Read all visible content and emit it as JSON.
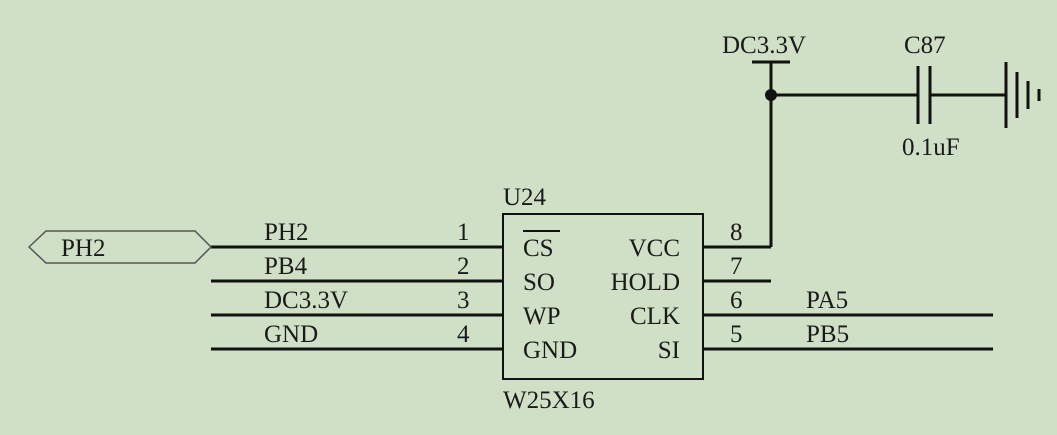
{
  "component": {
    "ref": "U24",
    "part": "W25X16",
    "fill_color": "#cfe0c6",
    "line_color": "#111111",
    "left_pins": [
      {
        "num": "1",
        "name": "CS",
        "overbar": true,
        "net": "PH2"
      },
      {
        "num": "2",
        "name": "SO",
        "overbar": false,
        "net": "PB4"
      },
      {
        "num": "3",
        "name": "WP",
        "overbar": false,
        "net": "DC3.3V"
      },
      {
        "num": "4",
        "name": "GND",
        "overbar": false,
        "net": "GND"
      }
    ],
    "right_pins": [
      {
        "num": "8",
        "name": "VCC",
        "net": ""
      },
      {
        "num": "7",
        "name": "HOLD",
        "net": ""
      },
      {
        "num": "6",
        "name": "CLK",
        "net": "PA5"
      },
      {
        "num": "5",
        "name": "SI",
        "net": "PB5"
      }
    ]
  },
  "port": {
    "label": "PH2"
  },
  "power": {
    "label": "DC3.3V"
  },
  "capacitor": {
    "ref": "C87",
    "value": "0.1uF"
  }
}
